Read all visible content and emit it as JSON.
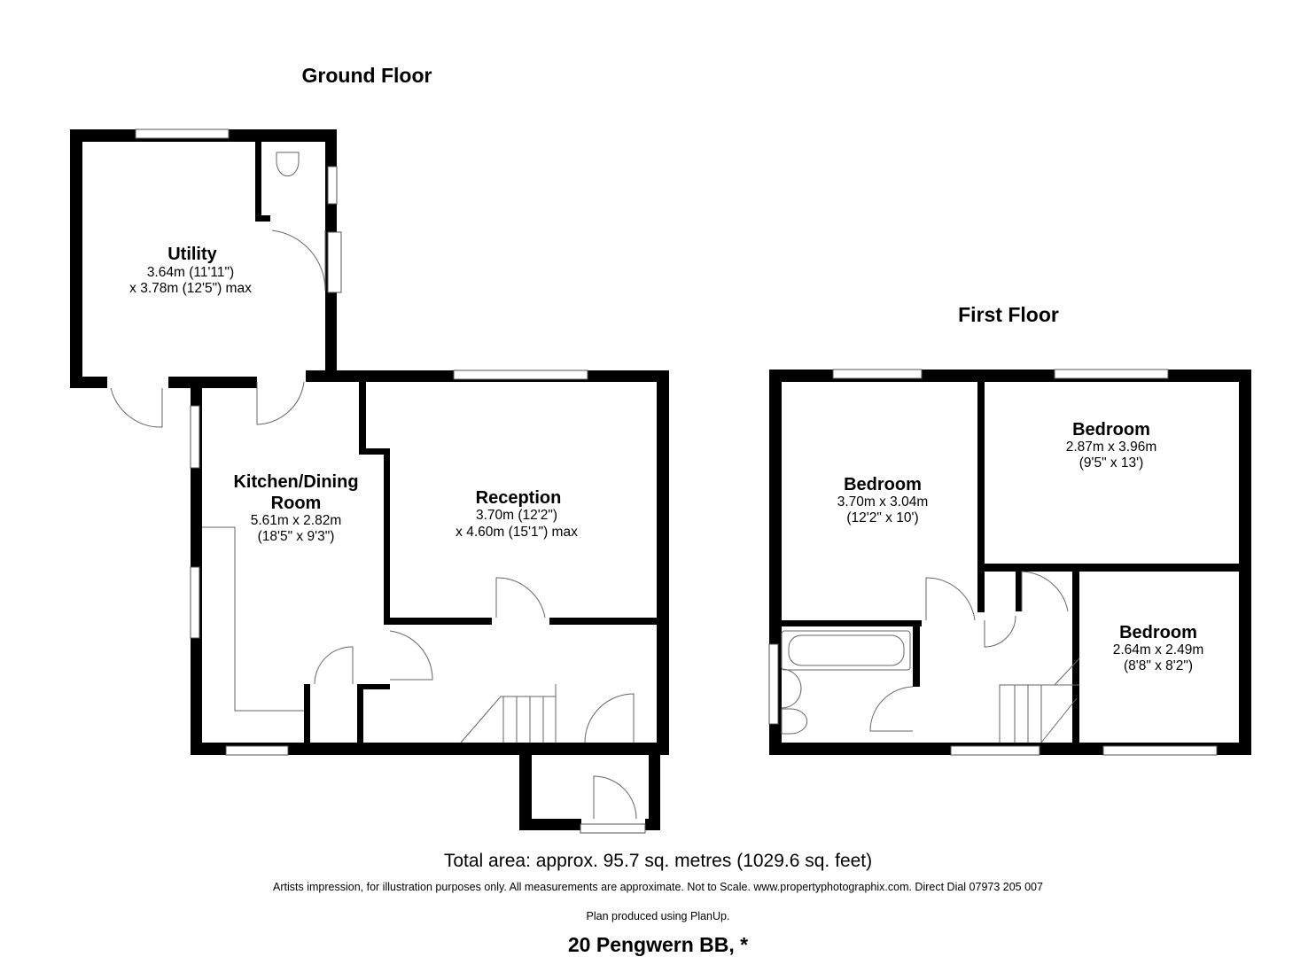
{
  "floors": [
    {
      "title": "Ground Floor",
      "rooms": [
        {
          "name": "Utility",
          "dims": [
            "3.64m (11'11\")",
            "x 3.78m (12'5\") max"
          ]
        },
        {
          "name": [
            "Kitchen/Dining",
            "Room"
          ],
          "dims": [
            "5.61m x 2.82m",
            "(18'5\" x 9'3\")"
          ]
        },
        {
          "name": "Reception",
          "dims": [
            "3.70m (12'2\")",
            "x 4.60m (15'1\") max"
          ]
        }
      ]
    },
    {
      "title": "First Floor",
      "rooms": [
        {
          "name": "Bedroom",
          "dims": [
            "3.70m x 3.04m",
            "(12'2\" x 10')"
          ]
        },
        {
          "name": "Bedroom",
          "dims": [
            "2.87m x 3.96m",
            "(9'5\" x 13')"
          ]
        },
        {
          "name": "Bedroom",
          "dims": [
            "2.64m x 2.49m",
            "(8'8\" x 8'2\")"
          ]
        }
      ]
    }
  ],
  "footer": {
    "total_area": "Total area: approx. 95.7 sq. metres (1029.6 sq. feet)",
    "disclaimer": "Artists impression, for illustration purposes only. All measurements are approximate. Not to Scale. www.propertyphotographix.com. Direct Dial 07973 205 007",
    "produced": "Plan produced using PlanUp.",
    "address": "20 Pengwern BB, *"
  }
}
